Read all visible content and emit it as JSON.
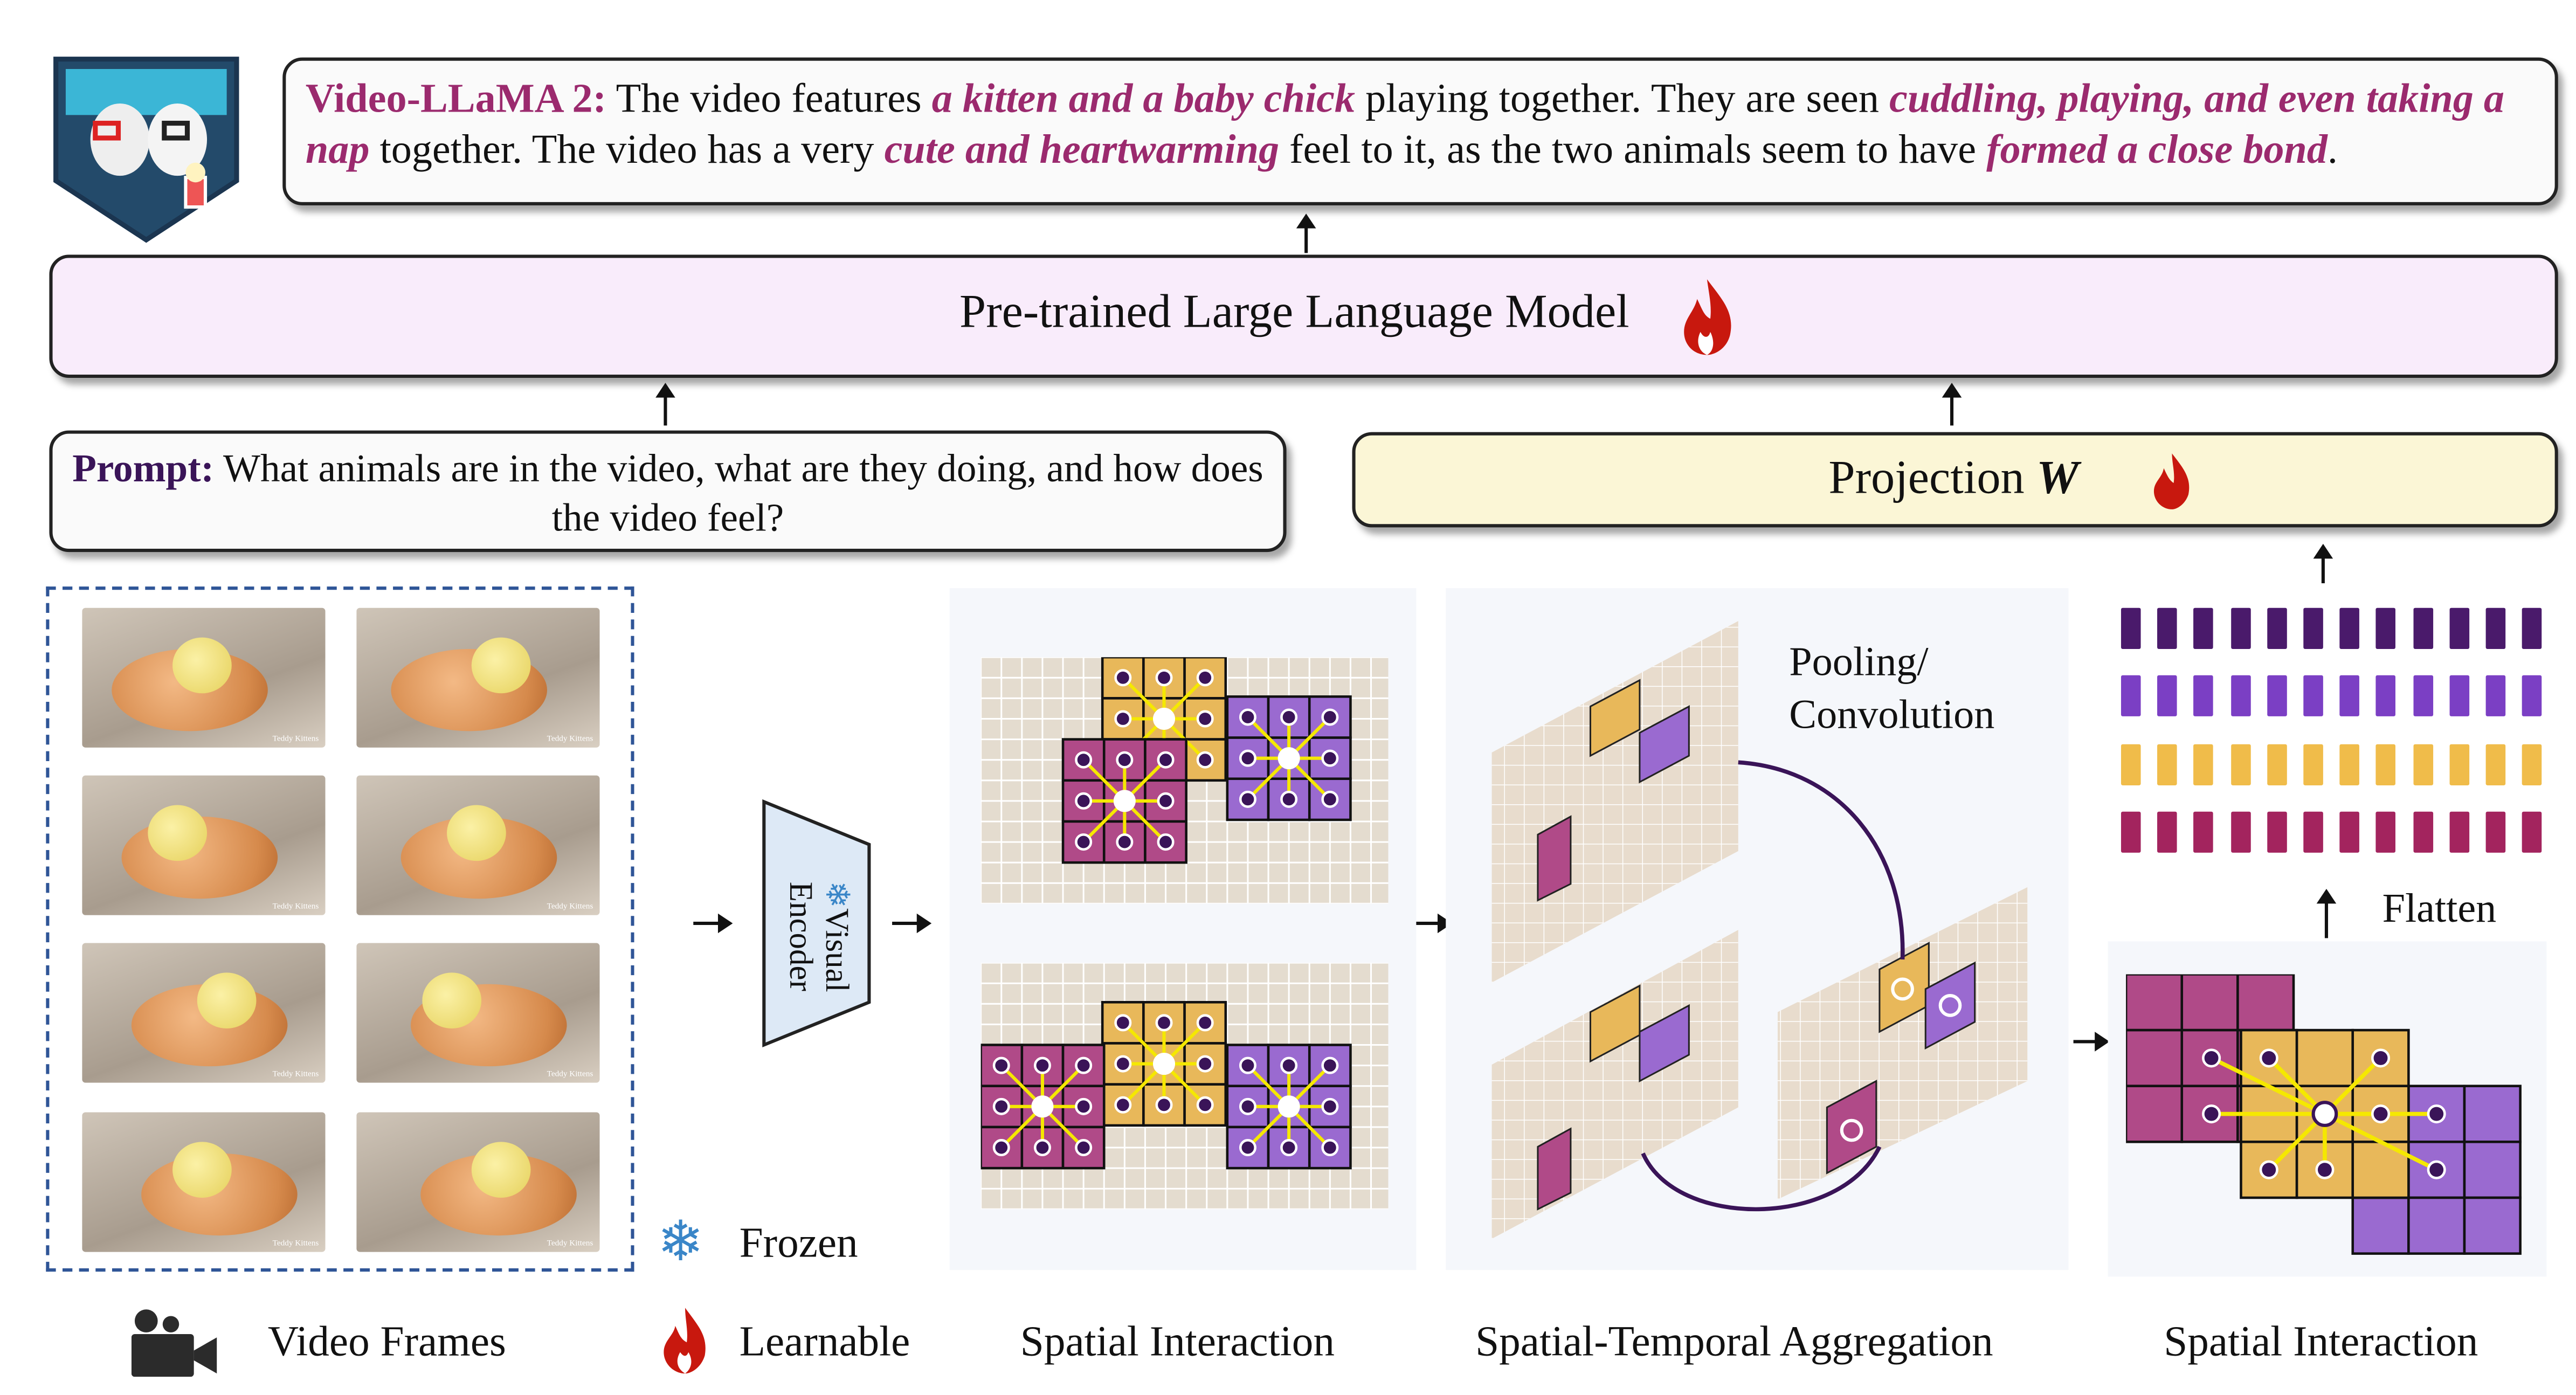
{
  "output": {
    "speaker": "Video-LLaMA 2:",
    "segments": [
      {
        "text": " The video features ",
        "hl": false
      },
      {
        "text": "a kitten and a baby chick",
        "hl": true
      },
      {
        "text": " playing together. They are seen ",
        "hl": false
      },
      {
        "text": "cuddling, playing, and even taking a nap",
        "hl": true
      },
      {
        "text": " together. The video has a very ",
        "hl": false
      },
      {
        "text": "cute and heartwarming",
        "hl": true
      },
      {
        "text": " feel to it, as the two animals seem to have ",
        "hl": false
      },
      {
        "text": "formed a close bond",
        "hl": true
      },
      {
        "text": ".",
        "hl": false
      }
    ]
  },
  "llm": {
    "label": "Pre-trained Large Language Model"
  },
  "prompt": {
    "label": "Prompt:",
    "text": "What animals are in the video, what are they doing, and how does the video feel?"
  },
  "projection": {
    "label": "Projection ",
    "symbol": "W"
  },
  "encoder": {
    "label": "Visual Encoder"
  },
  "sta": {
    "text_line1": "Pooling/",
    "text_line2": "Convolution"
  },
  "flatten": {
    "label": "Flatten"
  },
  "legend": {
    "frozen": "Frozen",
    "learnable": "Learnable"
  },
  "watermark": "Teddy Kittens",
  "captions": {
    "video_frames": "Video Frames",
    "spatial_interaction_1": "Spatial Interaction",
    "sta": "Spatial-Temporal Aggregation",
    "spatial_interaction_2": "Spatial Interaction"
  },
  "colors": {
    "highlight": "#9b2a6e",
    "llm_bg": "#f9ecfb",
    "projection_bg": "#fbf6d6",
    "prompt_label": "#3a1458",
    "dashed_border": "#2f5597",
    "token_rows": [
      "#4a1a6b",
      "#7b3fc4",
      "#f0bc4a",
      "#a3245e"
    ],
    "region_yellow": "#e8b85a",
    "region_purple": "#9a6ad0",
    "region_magenta": "#b04a88",
    "flame": "#c8180e",
    "snowflake": "#3a86c8"
  }
}
